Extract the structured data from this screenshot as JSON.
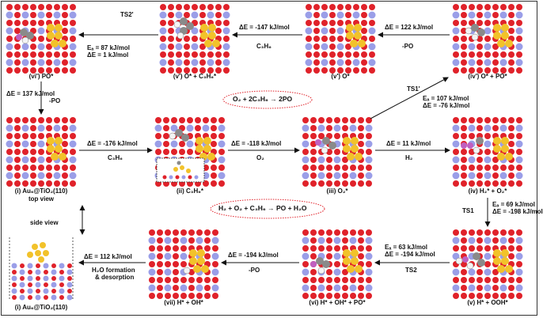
{
  "panels": {
    "vi2": {
      "caption": "(vi') PO*"
    },
    "v2": {
      "caption": "(v') O* + C₃H₆*"
    },
    "v1p": {
      "caption": "(v') O*"
    },
    "iv2": {
      "caption": "(iv') O* + PO*"
    },
    "i": {
      "caption": "(i) Au₆@TiO₂(110)",
      "sub": "top view"
    },
    "ii": {
      "caption": "(ii) C₃H₆*"
    },
    "iii": {
      "caption": "(iii) O₂*"
    },
    "iv": {
      "caption": "(iv) H₂* + O₂*"
    },
    "iside": {
      "caption": "(i) Au₆@TiO₂(110)",
      "sub": "side view"
    },
    "vii": {
      "caption": "(vii) H* + OH*"
    },
    "vi": {
      "caption": "(vi) H* + OH* + PO*"
    },
    "v": {
      "caption": "(v) H* + OOH*"
    }
  },
  "steps": {
    "ts2p": {
      "ts": "TS2'",
      "ea": "Eₐ = 87 kJ/mol",
      "de": "ΔE = 1 kJ/mol"
    },
    "v2_vi2": {
      "de": "ΔE = -147 kJ/mol",
      "species": "C₃H₆"
    },
    "iv2_v1p": {
      "de": "ΔE = 122 kJ/mol",
      "species": "-PO"
    },
    "vi2_i": {
      "de": "ΔE = 137 kJ/mol",
      "species": "-PO"
    },
    "ts1p": {
      "ts": "TS1'",
      "ea": "Eₐ = 107 kJ/mol",
      "de": "ΔE = -76 kJ/mol"
    },
    "i_ii": {
      "de": "ΔE = -176 kJ/mol",
      "species": "C₃H₆"
    },
    "ii_iii": {
      "de": "ΔE = -118 kJ/mol",
      "species": "O₂"
    },
    "iii_iv": {
      "de": "ΔE = 11 kJ/mol",
      "species": "H₂"
    },
    "ts1": {
      "ts": "TS1",
      "ea": "Eₐ = 69 kJ/mol",
      "de": "ΔE = -198 kJ/mol"
    },
    "ts2": {
      "ts": "TS2",
      "ea": "Eₐ = 63 kJ/mol",
      "de": "ΔE = -194 kJ/mol"
    },
    "vi_vii": {
      "de": "ΔE = -194 kJ/mol",
      "species": "-PO"
    },
    "vii_i": {
      "de": "ΔE = 112 kJ/mol",
      "species1": "H₂O formation",
      "species2": "& desorption"
    }
  },
  "equations": {
    "top": "O₂ + 2C₃H₆ → 2PO",
    "bottom": "H₂ + O₂ + C₃H₆ → PO + H₂O"
  },
  "colors": {
    "oxygen": "#e0222a",
    "titanium": "#9a9ee8",
    "gold": "#f2c22a",
    "carbon": "#8a8a8a",
    "hydrogen": "#f4f4f4",
    "dotted": "#e0222a"
  }
}
